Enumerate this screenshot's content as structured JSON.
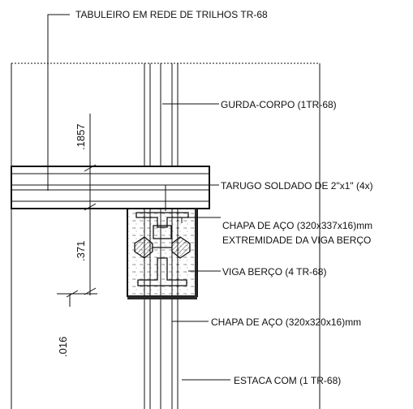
{
  "labels": {
    "deck": "TABULEIRO EM REDE DE TRILHOS TR-68",
    "guardrail": "GURDA-CORPO (1TR-68)",
    "dowel": "TARUGO SOLDADO DE 2\"x1\" (4x)",
    "plate_end_1": "CHAPA DE AÇO (320x337x16)mm",
    "plate_end_2": "EXTREMIDADE DA VIGA BERÇO",
    "cradle_beam": "VIGA BERÇO (4 TR-68)",
    "plate_base": "CHAPA DE AÇO (320x320x16)mm",
    "pile": "ESTACA COM (1 TR-68)"
  },
  "dimensions": {
    "top": ".1857",
    "mid": ".371",
    "bottom": ".016"
  },
  "colors": {
    "line": "#111111",
    "plate": "#2a2a2a"
  }
}
